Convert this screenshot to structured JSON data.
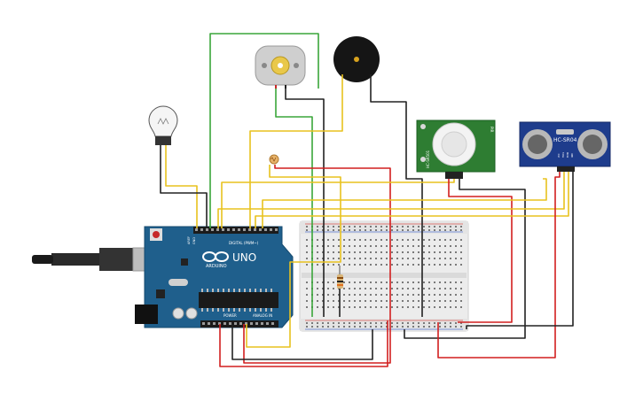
{
  "arduino": {
    "logo": "UNO",
    "brand": "ARDUINO",
    "digital_header": "DIGITAL (PWM~)",
    "power_header": "POWER",
    "analog_header": "ANALOG IN",
    "pin_aref": "AREF",
    "pin_gnd": "GND"
  },
  "pir": {
    "label_left": "HC-SR501",
    "label_right": "PIR"
  },
  "ultrasonic": {
    "model": "HC-SR04",
    "pins": [
      "VCC",
      "TRIG",
      "ECHO",
      "GND"
    ]
  },
  "colors": {
    "wire_red": "#d21f1f",
    "wire_black": "#222222",
    "wire_green": "#3aa63a",
    "wire_yellow": "#e8c21e",
    "arduino_board": "#1f5f8c",
    "pir_board": "#2e7d32",
    "ultrasonic_board": "#1e3c8c"
  }
}
